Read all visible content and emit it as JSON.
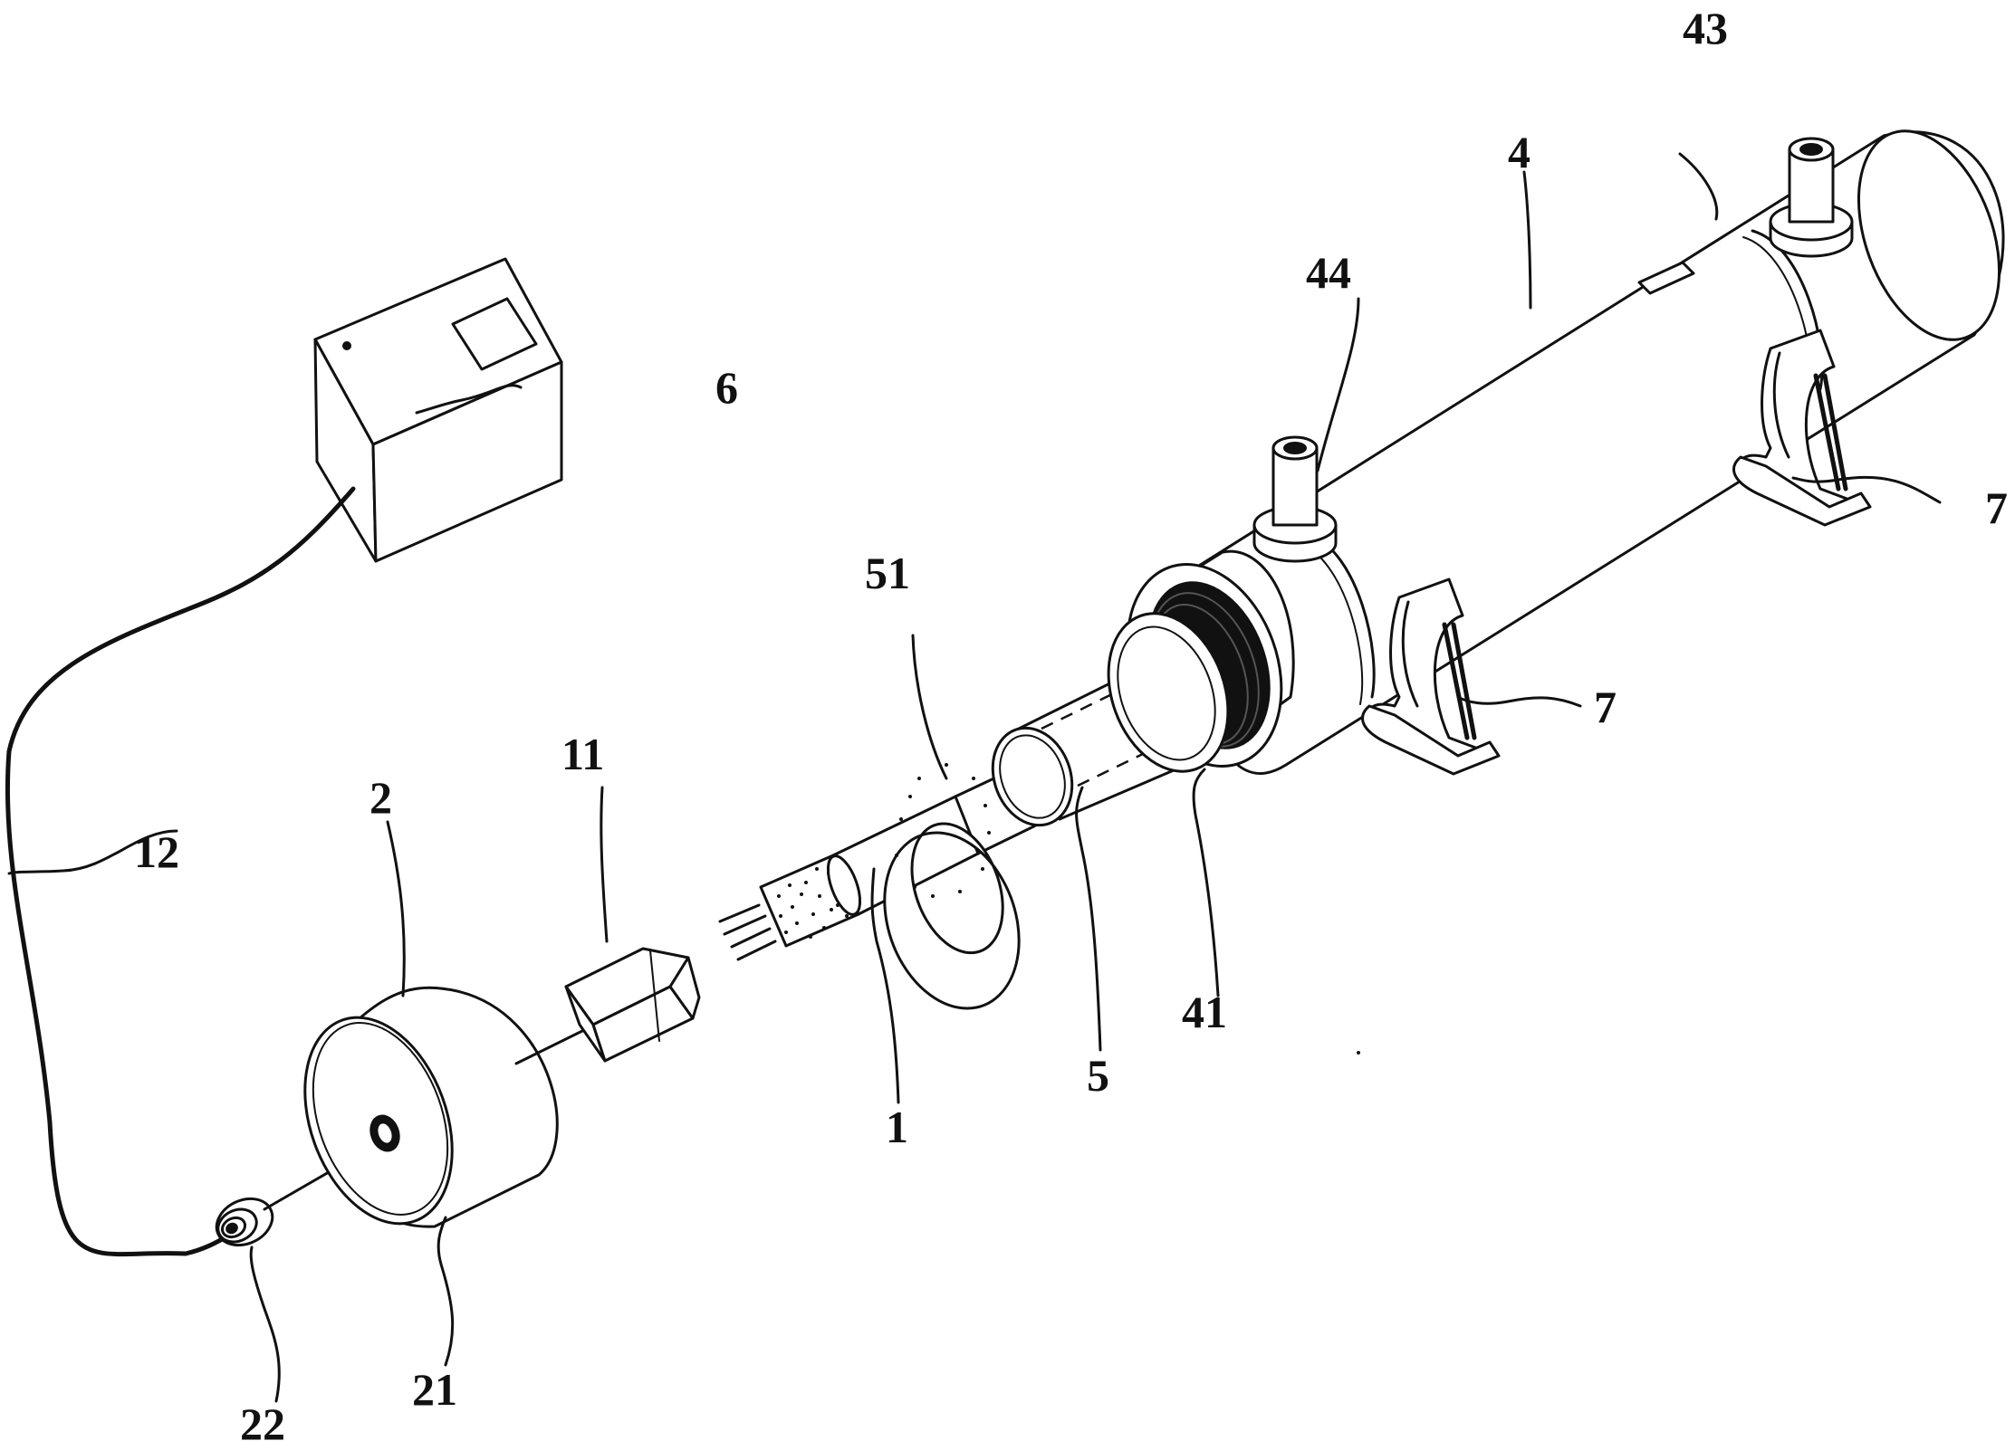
{
  "figure": {
    "labels": {
      "box_6": "6",
      "cable_12": "12",
      "cap_2": "2",
      "hole_21": "21",
      "grommet_22": "22",
      "block_11": "11",
      "lamp_1": "1",
      "gasket_51": "51",
      "sleeve_5": "5",
      "seal_41": "41",
      "housing_4": "4",
      "port_44": "44",
      "port_43": "43",
      "bracket_7a": "7",
      "bracket_7b": "7"
    }
  }
}
